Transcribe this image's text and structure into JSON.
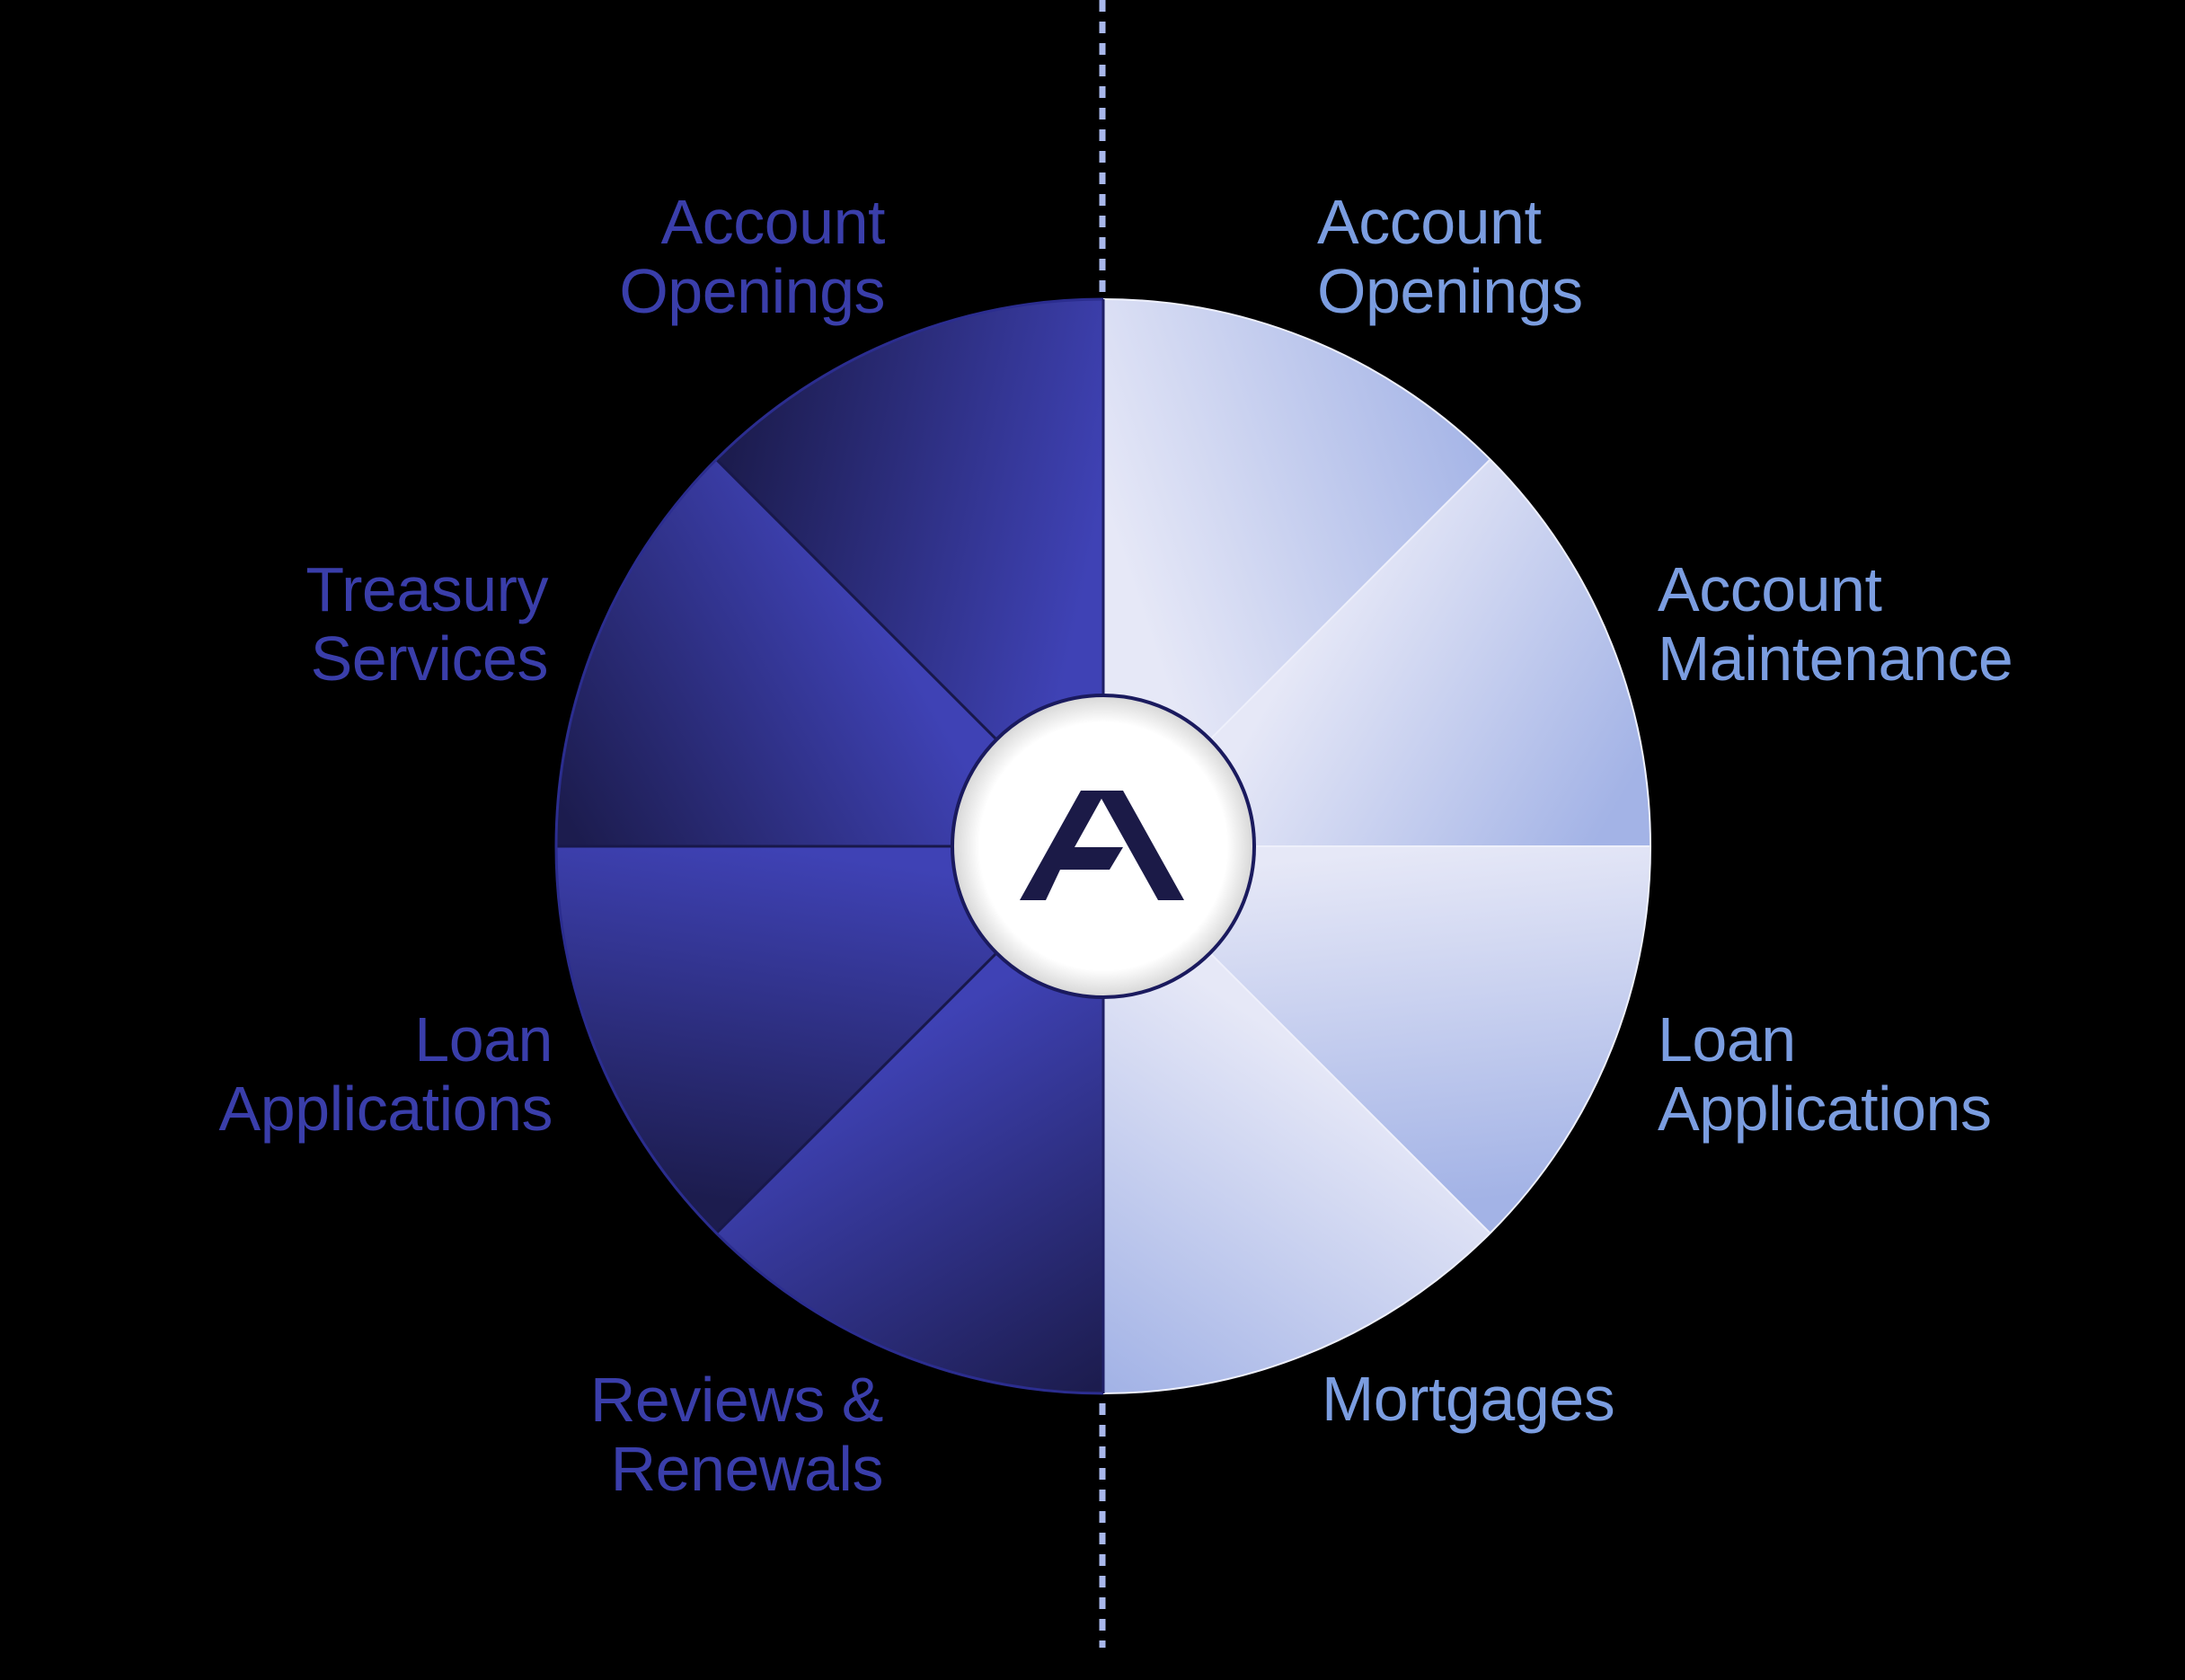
{
  "diagram": {
    "title": "",
    "center_logo": {
      "glyph": "A",
      "icon": "brand-a-logo-icon"
    },
    "colors": {
      "background": "#000000",
      "left_label": "#3a3eaa",
      "right_label": "#7b9de0",
      "left_dark": "#1c1c4e",
      "left_bright": "#3f42b5",
      "right_light": "#e6e8f7",
      "right_dark": "#a3b3e6",
      "divider_dash": "#a9b8ec",
      "hub_border": "#1a1a5e",
      "logo": "#1b1a47"
    },
    "left_labels": [
      {
        "line1": "Account",
        "line2": "Openings"
      },
      {
        "line1": "Treasury",
        "line2": "Services"
      },
      {
        "line1": "Loan",
        "line2": "Applications"
      },
      {
        "line1": "Reviews &",
        "line2": "Renewals"
      }
    ],
    "right_labels": [
      {
        "line1": "Account",
        "line2": "Openings"
      },
      {
        "line1": "Account",
        "line2": "Maintenance"
      },
      {
        "line1": "Loan",
        "line2": "Applications"
      },
      {
        "line1": "Mortgages",
        "line2": ""
      }
    ]
  }
}
